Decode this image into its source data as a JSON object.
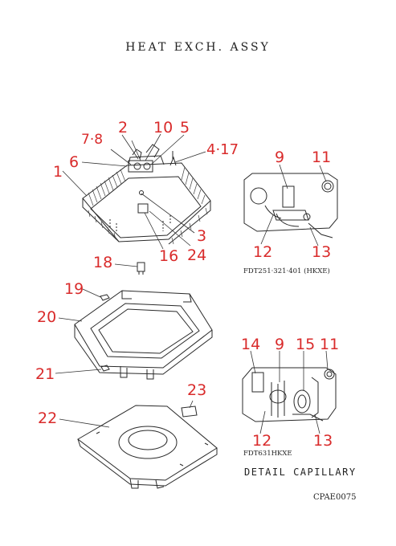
{
  "title": "HEAT  EXCH. ASSY",
  "callouts": [
    "2",
    "10",
    "5",
    "7·8",
    "4·17",
    "6",
    "1",
    "3",
    "16",
    "24",
    "18",
    "19",
    "20",
    "21",
    "22",
    "23",
    "9",
    "11",
    "12",
    "13",
    "14",
    "9",
    "15",
    "11",
    "12",
    "13"
  ],
  "captions": {
    "detail_a": "FDT251·321·401 (HKXE)",
    "detail_b": "FDT631HKXE",
    "detail_label": "DETAIL  CAPILLARY",
    "drawing_code": "CPAE0075"
  },
  "colors": {
    "callout": "#d92b2b",
    "line": "#333333",
    "background": "#ffffff"
  }
}
